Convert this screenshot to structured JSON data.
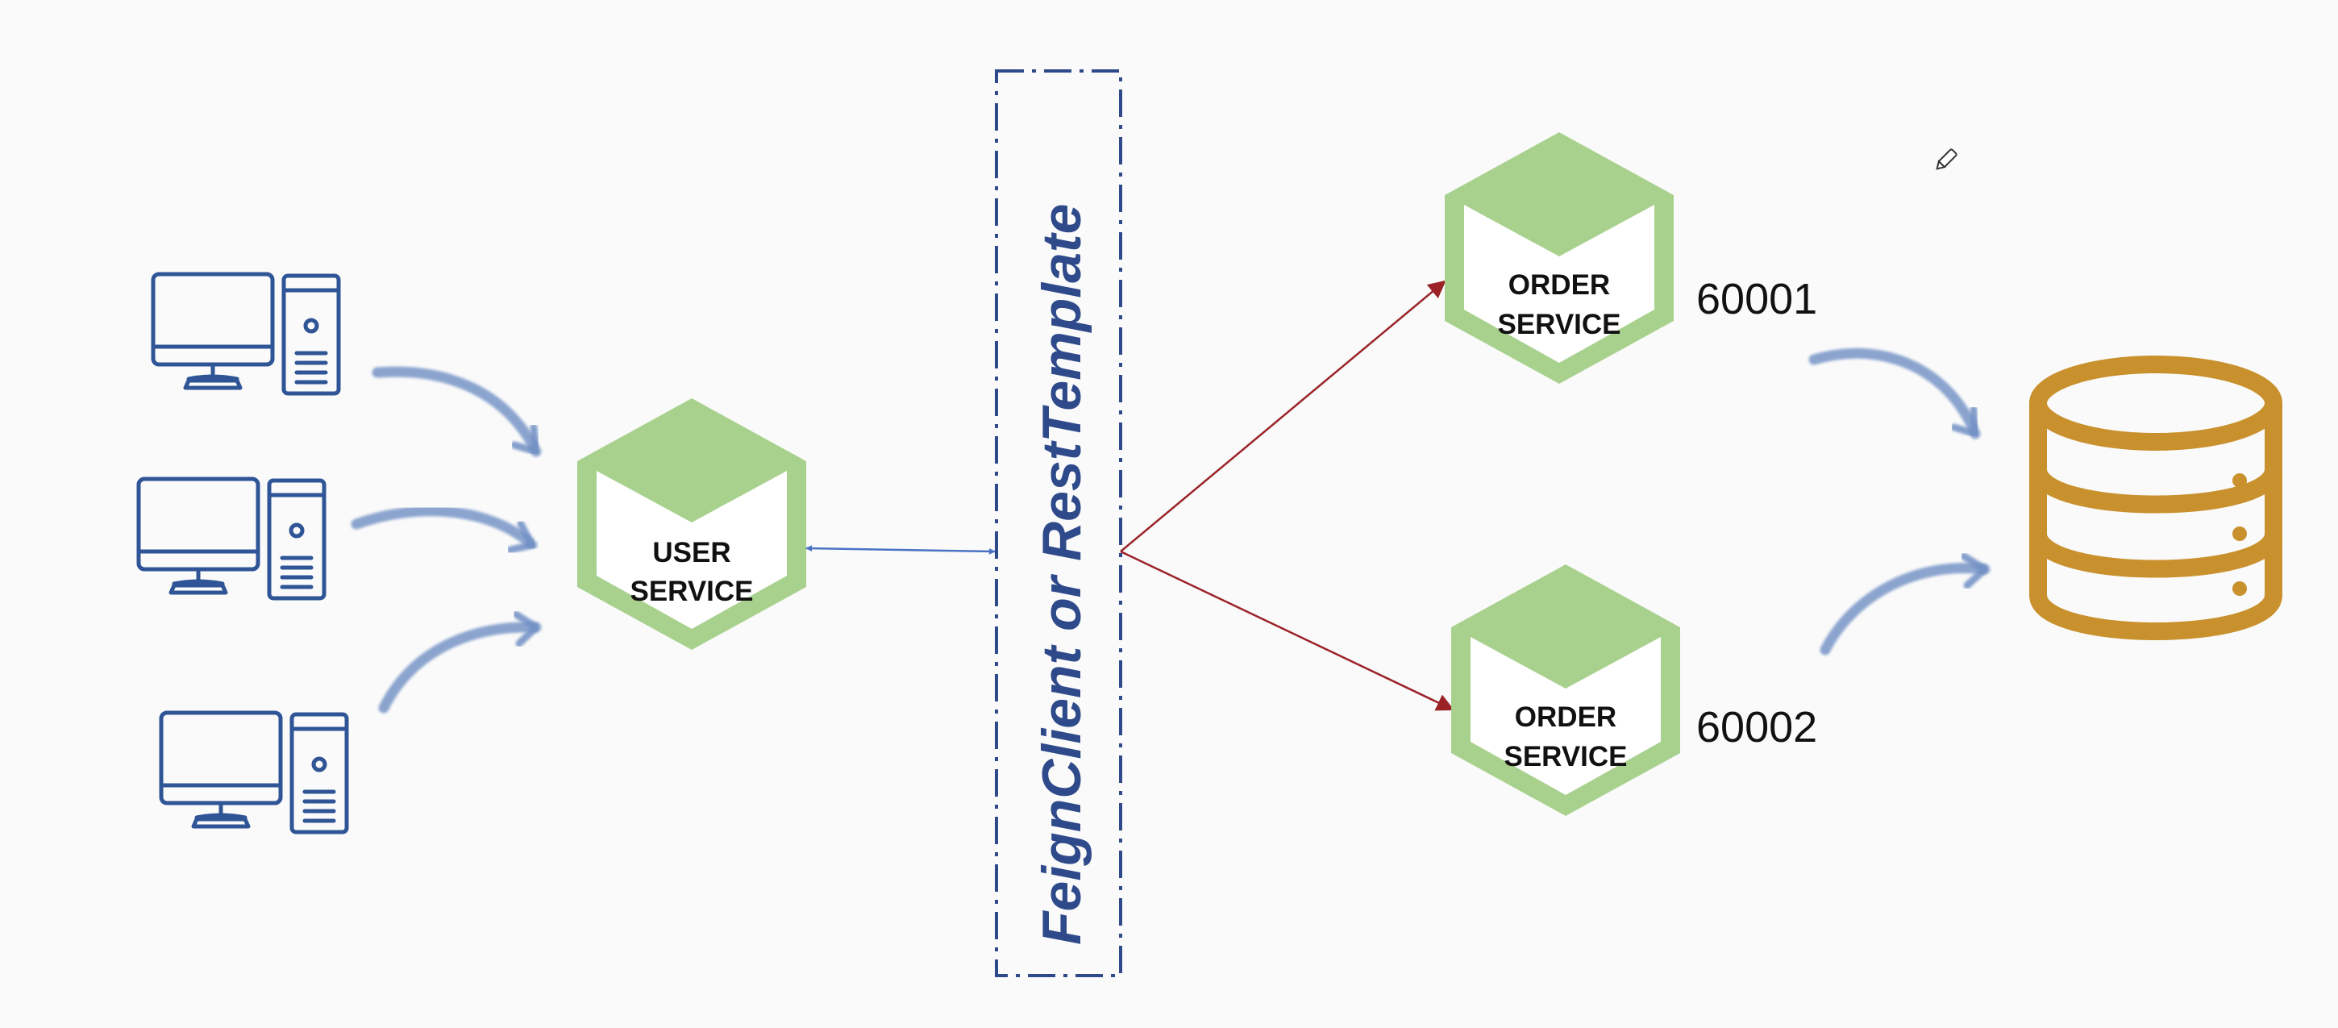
{
  "diagram": {
    "gateway_label": "FeignClient or RestTemplate",
    "user_service": {
      "line1": "USER",
      "line2": "SERVICE"
    },
    "order_services": [
      {
        "line1": "ORDER",
        "line2": "SERVICE",
        "port": "60001"
      },
      {
        "line1": "ORDER",
        "line2": "SERVICE",
        "port": "60002"
      }
    ],
    "colors": {
      "client_icon": "#2f5596",
      "service_hexagon": "#a9d18e",
      "database": "#c9912d",
      "gateway_border": "#2f4a8a",
      "gateway_text": "#2f4a8a",
      "link_user_gateway": "#4a72c4",
      "link_gateway_orders": "#9b2328",
      "flow_arrows": "#6f8fc4"
    }
  }
}
